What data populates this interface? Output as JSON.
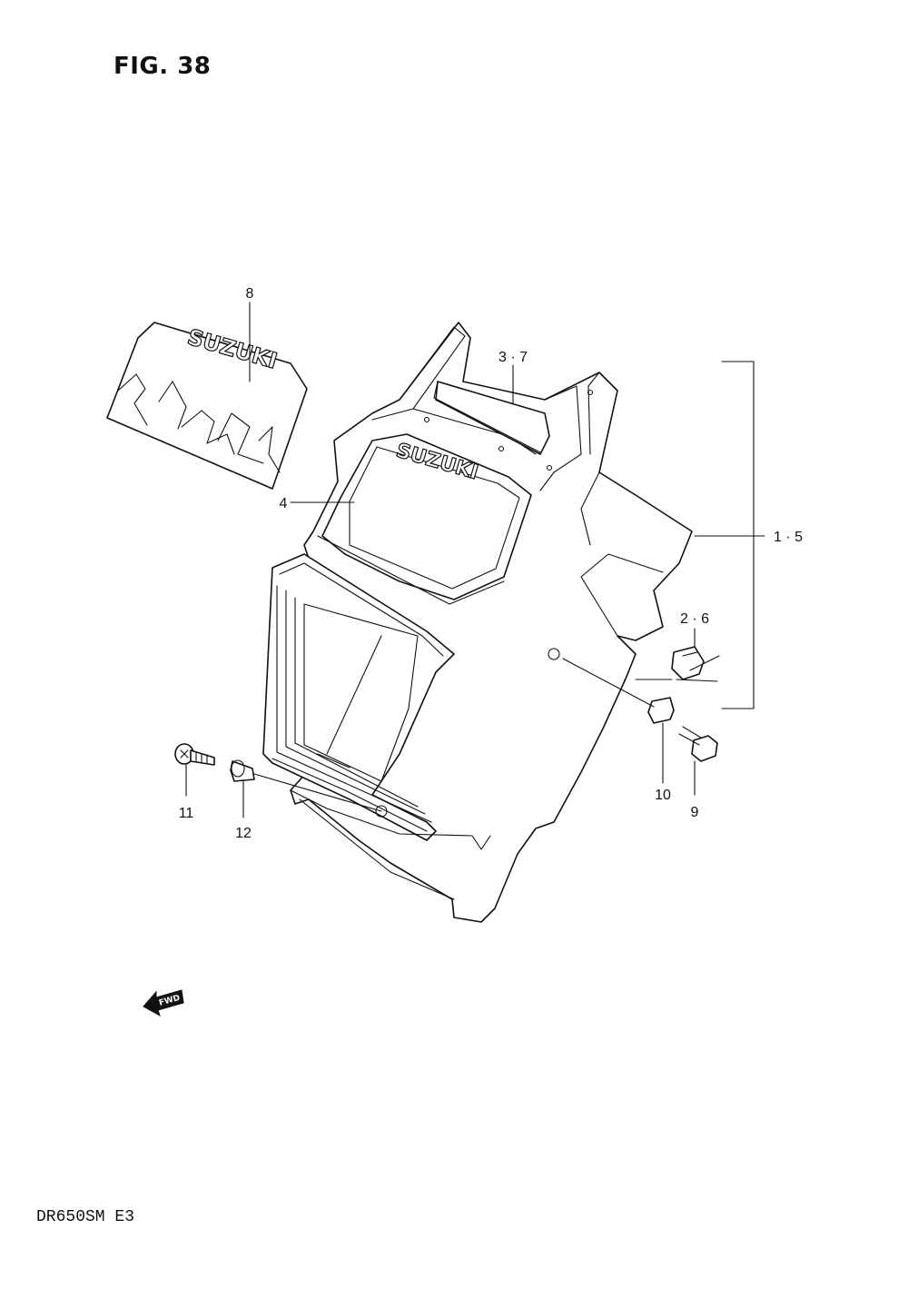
{
  "figure": {
    "title": "FIG. 38",
    "model_code": "DR650SM  E3"
  },
  "logos": {
    "decal_text": "SUZUKI",
    "cover_text": "SUZUKI"
  },
  "direction_marker": {
    "text": "FWD"
  },
  "callouts": [
    {
      "id": "c8",
      "label": "8"
    },
    {
      "id": "c37",
      "label": "3 · 7"
    },
    {
      "id": "c4",
      "label": "4"
    },
    {
      "id": "c15",
      "label": "1 · 5"
    },
    {
      "id": "c26",
      "label": "2 · 6"
    },
    {
      "id": "c10",
      "label": "10"
    },
    {
      "id": "c9",
      "label": "9"
    },
    {
      "id": "c11",
      "label": "11"
    },
    {
      "id": "c12",
      "label": "12"
    }
  ]
}
